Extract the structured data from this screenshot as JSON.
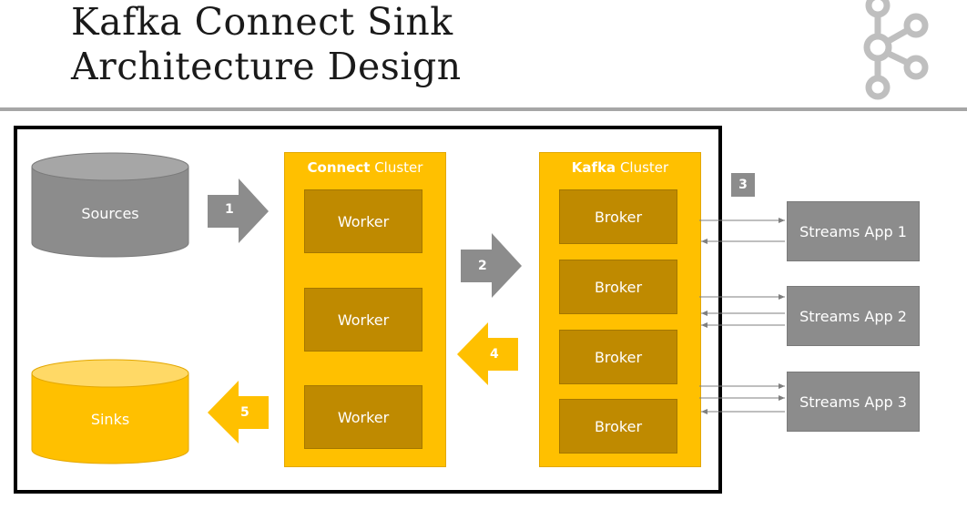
{
  "title": {
    "line1": "Kafka Connect Sink",
    "line2": "Architecture Design"
  },
  "icons": {
    "logo": "kafka-logo-icon"
  },
  "colors": {
    "gray": "#8c8c8c",
    "orange": "#ffc000",
    "dark_orange": "#bf8a00",
    "rule": "#a6a6a6"
  },
  "sources": {
    "label": "Sources"
  },
  "sinks": {
    "label": "Sinks"
  },
  "connect_cluster": {
    "title_bold": "Connect",
    "title_rest": " Cluster",
    "workers": [
      "Worker",
      "Worker",
      "Worker"
    ]
  },
  "kafka_cluster": {
    "title_bold": "Kafka",
    "title_rest": " Cluster",
    "brokers": [
      "Broker",
      "Broker",
      "Broker",
      "Broker"
    ]
  },
  "steps": [
    "1",
    "2",
    "3",
    "4",
    "5"
  ],
  "streams_apps": [
    "Streams App 1",
    "Streams App 2",
    "Streams App 3"
  ]
}
